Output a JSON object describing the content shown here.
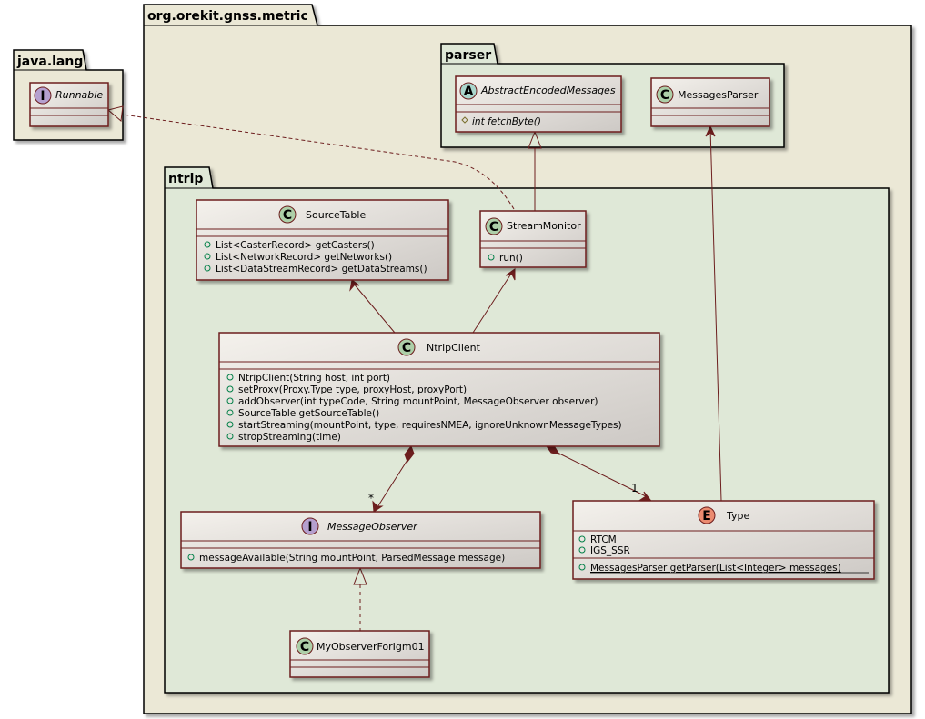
{
  "packages": {
    "java_lang": "java.lang",
    "metric": "org.orekit.gnss.metric",
    "parser": "parser",
    "ntrip": "ntrip"
  },
  "stereotype_letters": {
    "interface": "I",
    "abstract": "A",
    "class": "C",
    "enum": "E"
  },
  "classes": {
    "runnable": {
      "name": "Runnable"
    },
    "abstract_encoded": {
      "name": "AbstractEncodedMessages",
      "methods": [
        "int fetchByte()"
      ]
    },
    "messages_parser": {
      "name": "MessagesParser"
    },
    "source_table": {
      "name": "SourceTable",
      "methods": [
        "List<CasterRecord> getCasters()",
        "List<NetworkRecord> getNetworks()",
        "List<DataStreamRecord> getDataStreams()"
      ]
    },
    "stream_monitor": {
      "name": "StreamMonitor",
      "methods": [
        "run()"
      ]
    },
    "ntrip_client": {
      "name": "NtripClient",
      "methods": [
        "NtripClient(String host, int port)",
        "setProxy(Proxy.Type type, proxyHost, proxyPort)",
        "addObserver(int typeCode, String mountPoint, MessageObserver observer)",
        "SourceTable getSourceTable()",
        "startStreaming(mountPoint, type, requiresNMEA, ignoreUnknownMessageTypes)",
        "stropStreaming(time)"
      ]
    },
    "message_observer": {
      "name": "MessageObserver",
      "methods": [
        "messageAvailable(String mountPoint, ParsedMessage message)"
      ]
    },
    "type_enum": {
      "name": "Type",
      "fields": [
        "RTCM",
        "IGS_SSR"
      ],
      "methods": [
        "MessagesParser getParser(List<Integer> messages)"
      ]
    },
    "my_observer": {
      "name": "MyObserverForIgm01"
    }
  },
  "multiplicities": {
    "observers": "*",
    "type": "1"
  },
  "colors": {
    "outer_package": "#ebe8d6",
    "inner_package": "#dfe8d7",
    "border": "#6d1e1e",
    "circle_class": "#adcfa8",
    "circle_interface": "#b5a0cf",
    "circle_abstract": "#a9d6cc",
    "circle_enum": "#eb8b70"
  }
}
